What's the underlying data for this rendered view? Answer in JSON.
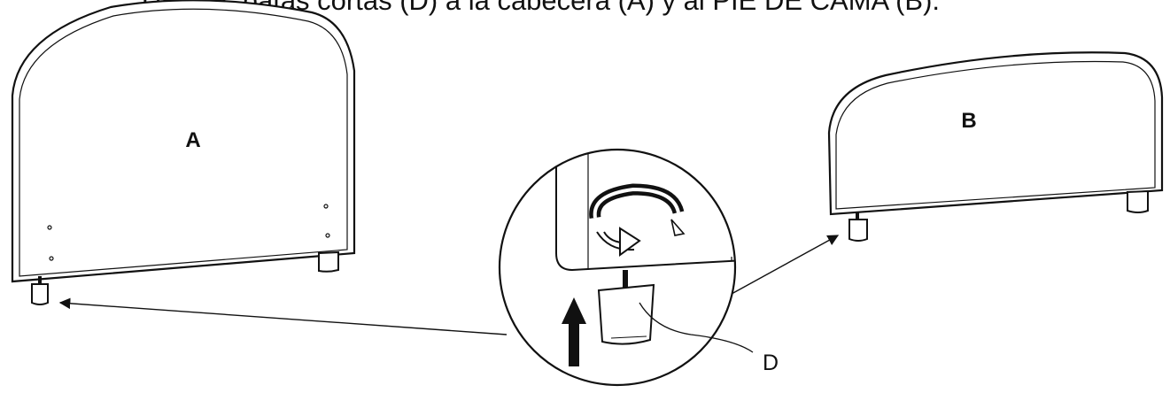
{
  "instruction": "Una las patas cortas (D) a la cabecera (A) y al PIE DE CAMA (B).",
  "labels": {
    "headboard": "A",
    "footboard": "B",
    "short_leg": "D"
  },
  "colors": {
    "line": "#111111",
    "background": "#ffffff"
  },
  "icons": {
    "rotation": "rotate-arrow-icon",
    "direction": "up-arrow-icon"
  }
}
